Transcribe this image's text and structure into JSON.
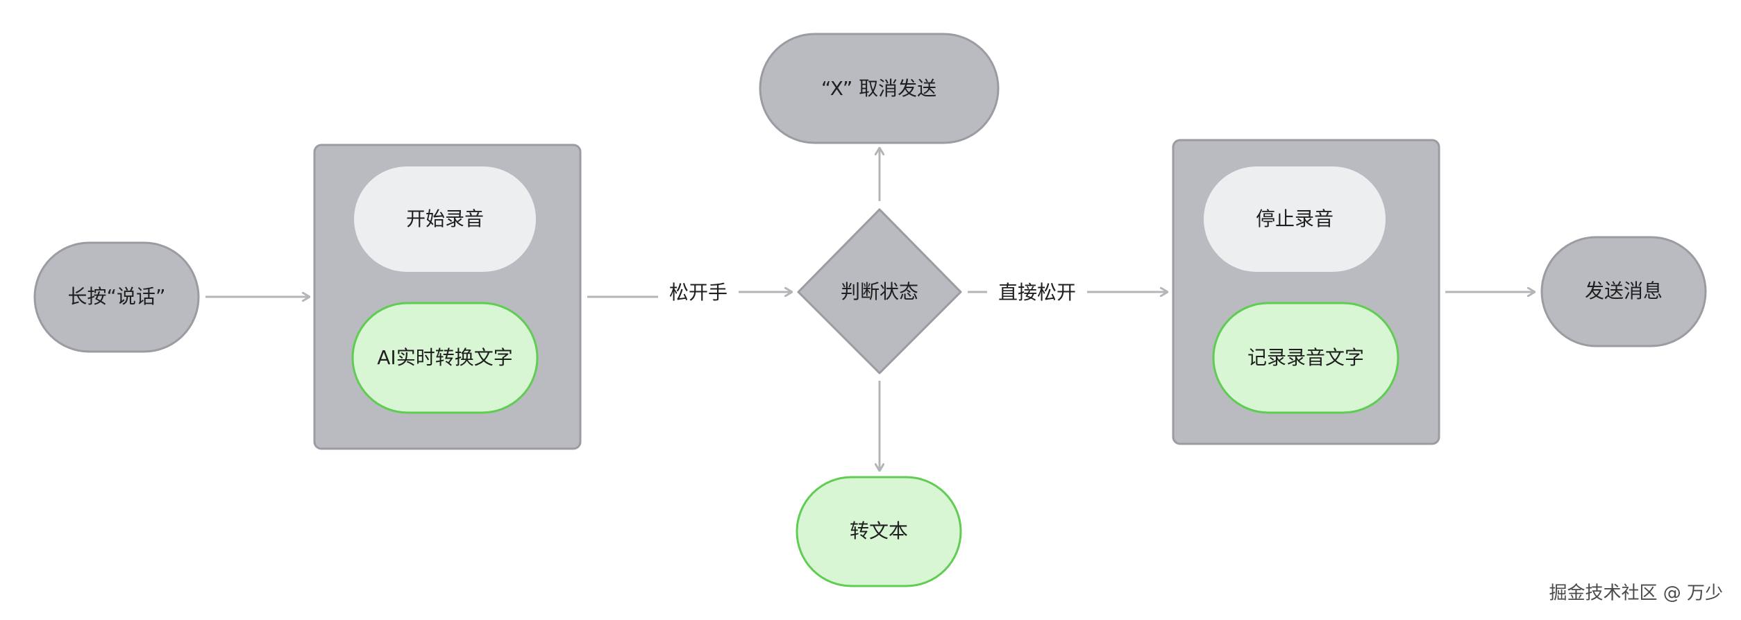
{
  "diagram": {
    "nodes": {
      "long_press": "长按“说话”",
      "start_recording": "开始录音",
      "ai_convert": "AI实时转换文字",
      "judge_state": "判断状态",
      "cancel_send": "“X” 取消发送",
      "to_text": "转文本",
      "stop_recording": "停止录音",
      "record_text": "记录录音文字",
      "send_message": "发送消息"
    },
    "edges": {
      "release_hand": "松开手",
      "release_directly": "直接松开"
    }
  },
  "watermark": "掘金技术社区 @ 万少",
  "colors": {
    "gray_node_fill": "#b9bbc0",
    "gray_node_stroke": "#9a9ca1",
    "light_node_fill": "#eceef0",
    "green_node_fill": "#d8f5d4",
    "green_node_stroke": "#5fcc52",
    "arrow": "#b3b5b9"
  }
}
